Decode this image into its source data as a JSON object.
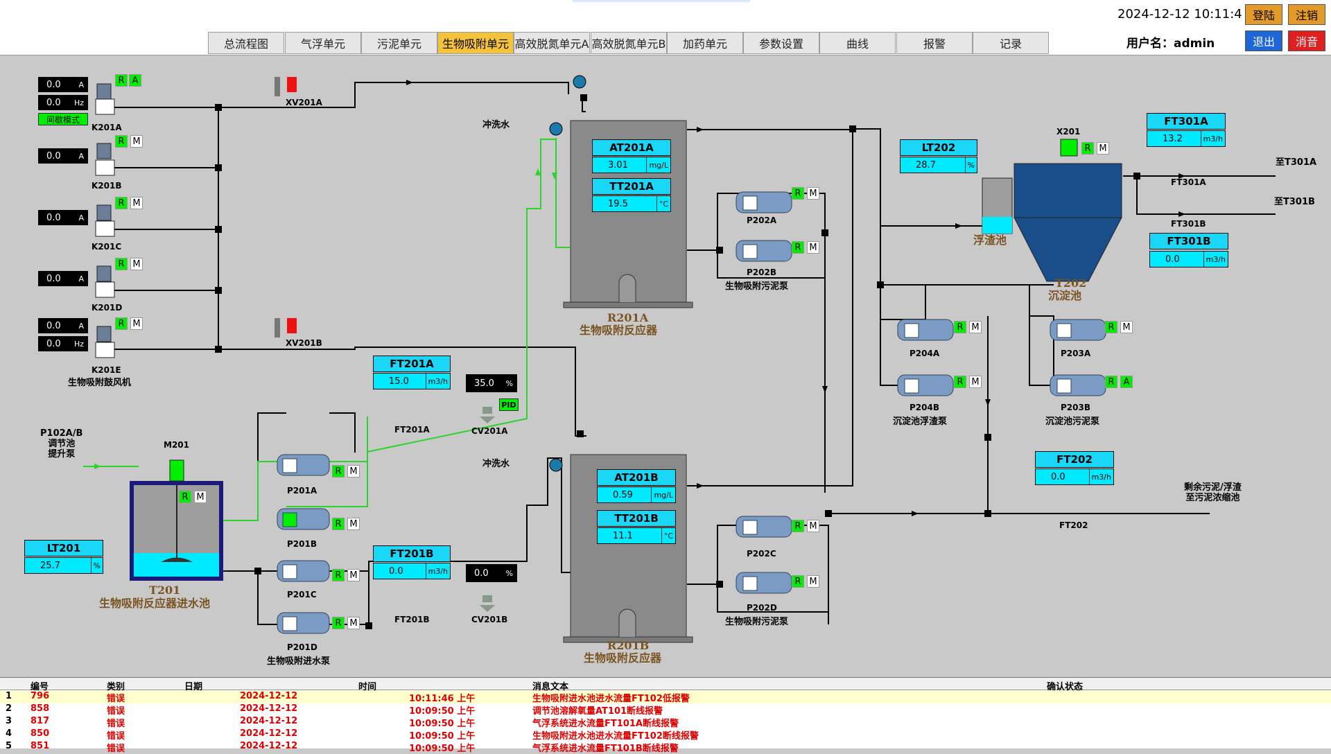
{
  "header": {
    "datetime": "2024-12-12 10:11:4",
    "user_label": "用户名：",
    "user_name": "admin",
    "buttons": {
      "login": "登陆",
      "logout_reg": "注销",
      "exit": "退出",
      "silence": "消音"
    },
    "tabs": [
      "总流程图",
      "气浮单元",
      "污泥单元",
      "生物吸附单元",
      "高效脱氮单元A",
      "高效脱氮单元B",
      "加药单元",
      "参数设置",
      "曲线",
      "报警",
      "记录"
    ],
    "active_tab": 3
  },
  "blowers": {
    "K201A": {
      "name": "K201A",
      "current": "0.0",
      "current_unit": "A",
      "freq": "0.0",
      "freq_unit": "Hz",
      "mode": "间歇模式",
      "r": "R",
      "m": "A"
    },
    "K201B": {
      "name": "K201B",
      "current": "0.0",
      "current_unit": "A",
      "r": "R",
      "m": "M"
    },
    "K201C": {
      "name": "K201C",
      "current": "0.0",
      "current_unit": "A",
      "r": "R",
      "m": "M"
    },
    "K201D": {
      "name": "K201D",
      "current": "0.0",
      "current_unit": "A",
      "r": "R",
      "m": "M"
    },
    "K201E": {
      "name": "K201E",
      "current": "0.0",
      "current_unit": "A",
      "freq": "0.0",
      "freq_unit": "Hz",
      "r": "R",
      "m": "M"
    },
    "group_caption": "生物吸附鼓风机"
  },
  "valves": {
    "XV201A": "XV201A",
    "XV201B": "XV201B",
    "CV201A": "CV201A",
    "CV201B": "CV201B",
    "pid": "PID",
    "cv201a_pct": "35.0",
    "cv201b_pct": "0.0",
    "pct_unit": "%"
  },
  "flushing_water": "冲洗水",
  "reactors": {
    "R201A": {
      "name": "R201A",
      "caption": "生物吸附反应器",
      "AT": {
        "tag": "AT201A",
        "value": "3.01",
        "unit": "mg/L"
      },
      "TT": {
        "tag": "TT201A",
        "value": "19.5",
        "unit": "°C"
      }
    },
    "R201B": {
      "name": "R201B",
      "caption": "生物吸附反应器",
      "AT": {
        "tag": "AT201B",
        "value": "0.59",
        "unit": "mg/L"
      },
      "TT": {
        "tag": "TT201B",
        "value": "11.1",
        "unit": "°C"
      }
    }
  },
  "flowmeters": {
    "FT201A": {
      "tag": "FT201A",
      "value": "15.0",
      "unit": "m3/h"
    },
    "FT201B": {
      "tag": "FT201B",
      "value": "0.0",
      "unit": "m3/h"
    },
    "FT202": {
      "tag": "FT202",
      "value": "0.0",
      "unit": "m3/h"
    },
    "FT301A": {
      "tag": "FT301A",
      "value": "13.2",
      "unit": "m3/h"
    },
    "FT301B": {
      "tag": "FT301B",
      "value": "0.0",
      "unit": "m3/h"
    }
  },
  "levels": {
    "LT201": {
      "tag": "LT201",
      "value": "25.7",
      "unit": "%"
    },
    "LT202": {
      "tag": "LT202",
      "value": "28.7",
      "unit": "%"
    }
  },
  "pumps": {
    "P201A": {
      "name": "P201A",
      "r": "R",
      "m": "M"
    },
    "P201B": {
      "name": "P201B",
      "r": "R",
      "m": "M"
    },
    "P201C": {
      "name": "P201C",
      "r": "R",
      "m": "M"
    },
    "P201D": {
      "name": "P201D",
      "r": "R",
      "m": "M"
    },
    "P201_caption": "生物吸附进水泵",
    "P202A": {
      "name": "P202A",
      "r": "R",
      "m": "M"
    },
    "P202B": {
      "name": "P202B",
      "r": "R",
      "m": "M"
    },
    "P202C": {
      "name": "P202C",
      "r": "R",
      "m": "M"
    },
    "P202D": {
      "name": "P202D",
      "r": "R",
      "m": "M"
    },
    "P202_caption": "生物吸附污泥泵",
    "P203A": {
      "name": "P203A",
      "r": "R",
      "m": "M"
    },
    "P203B": {
      "name": "P203B",
      "r": "R",
      "m": "A"
    },
    "P203_caption": "沉淀池污泥泵",
    "P204A": {
      "name": "P204A",
      "r": "R",
      "m": "M"
    },
    "P204B": {
      "name": "P204B",
      "r": "R",
      "m": "M"
    },
    "P204_caption": "沉淀池浮渣泵"
  },
  "tanks": {
    "T201": {
      "name": "T201",
      "caption": "生物吸附反应器进水池",
      "mixer": "M201",
      "r": "R",
      "m": "M"
    },
    "T202": {
      "name": "T202",
      "caption": "沉淀池",
      "scum": "浮渣池",
      "scraper": "X201",
      "r": "R",
      "m": "M"
    }
  },
  "flows": {
    "inlet": "P102A/B\n调节池\n提升泵",
    "to_t301a": "至T301A",
    "to_t301b": "至T301B",
    "residual": "剩余污泥/浮渣\n至污泥浓缩池"
  },
  "alarm_table": {
    "columns": [
      "编号",
      "类别",
      "日期",
      "时间",
      "消息文本",
      "确认状态"
    ],
    "rows": [
      {
        "idx": "1",
        "id": "796",
        "type": "错误",
        "date": "2024-12-12",
        "time": "10:11:46 上午",
        "msg": "生物吸附进水池进水流量FT102低报警",
        "ack": ""
      },
      {
        "idx": "2",
        "id": "858",
        "type": "错误",
        "date": "2024-12-12",
        "time": "10:09:50 上午",
        "msg": "调节池溶解氧量AT101断线报警",
        "ack": ""
      },
      {
        "idx": "3",
        "id": "817",
        "type": "错误",
        "date": "2024-12-12",
        "time": "10:09:50 上午",
        "msg": "气浮系统进水流量FT101A断线报警",
        "ack": ""
      },
      {
        "idx": "4",
        "id": "850",
        "type": "错误",
        "date": "2024-12-12",
        "time": "10:09:50 上午",
        "msg": "生物吸附进水池进水流量FT102断线报警",
        "ack": ""
      },
      {
        "idx": "5",
        "id": "851",
        "type": "错误",
        "date": "2024-12-12",
        "time": "10:09:50 上午",
        "msg": "气浮系统进水流量FT101B断线报警",
        "ack": ""
      }
    ]
  },
  "colors": {
    "active_tab": "#f5c33b",
    "run_green": "#00ee00",
    "readout_cyan": "#00eaff",
    "tag_cyan": "#1ad7f7",
    "alarm_red": "#e00000",
    "btn_orange": "#e39a2a",
    "btn_blue": "#1d66d8",
    "btn_red": "#e02020",
    "pipe_green": "#2bd42b"
  }
}
